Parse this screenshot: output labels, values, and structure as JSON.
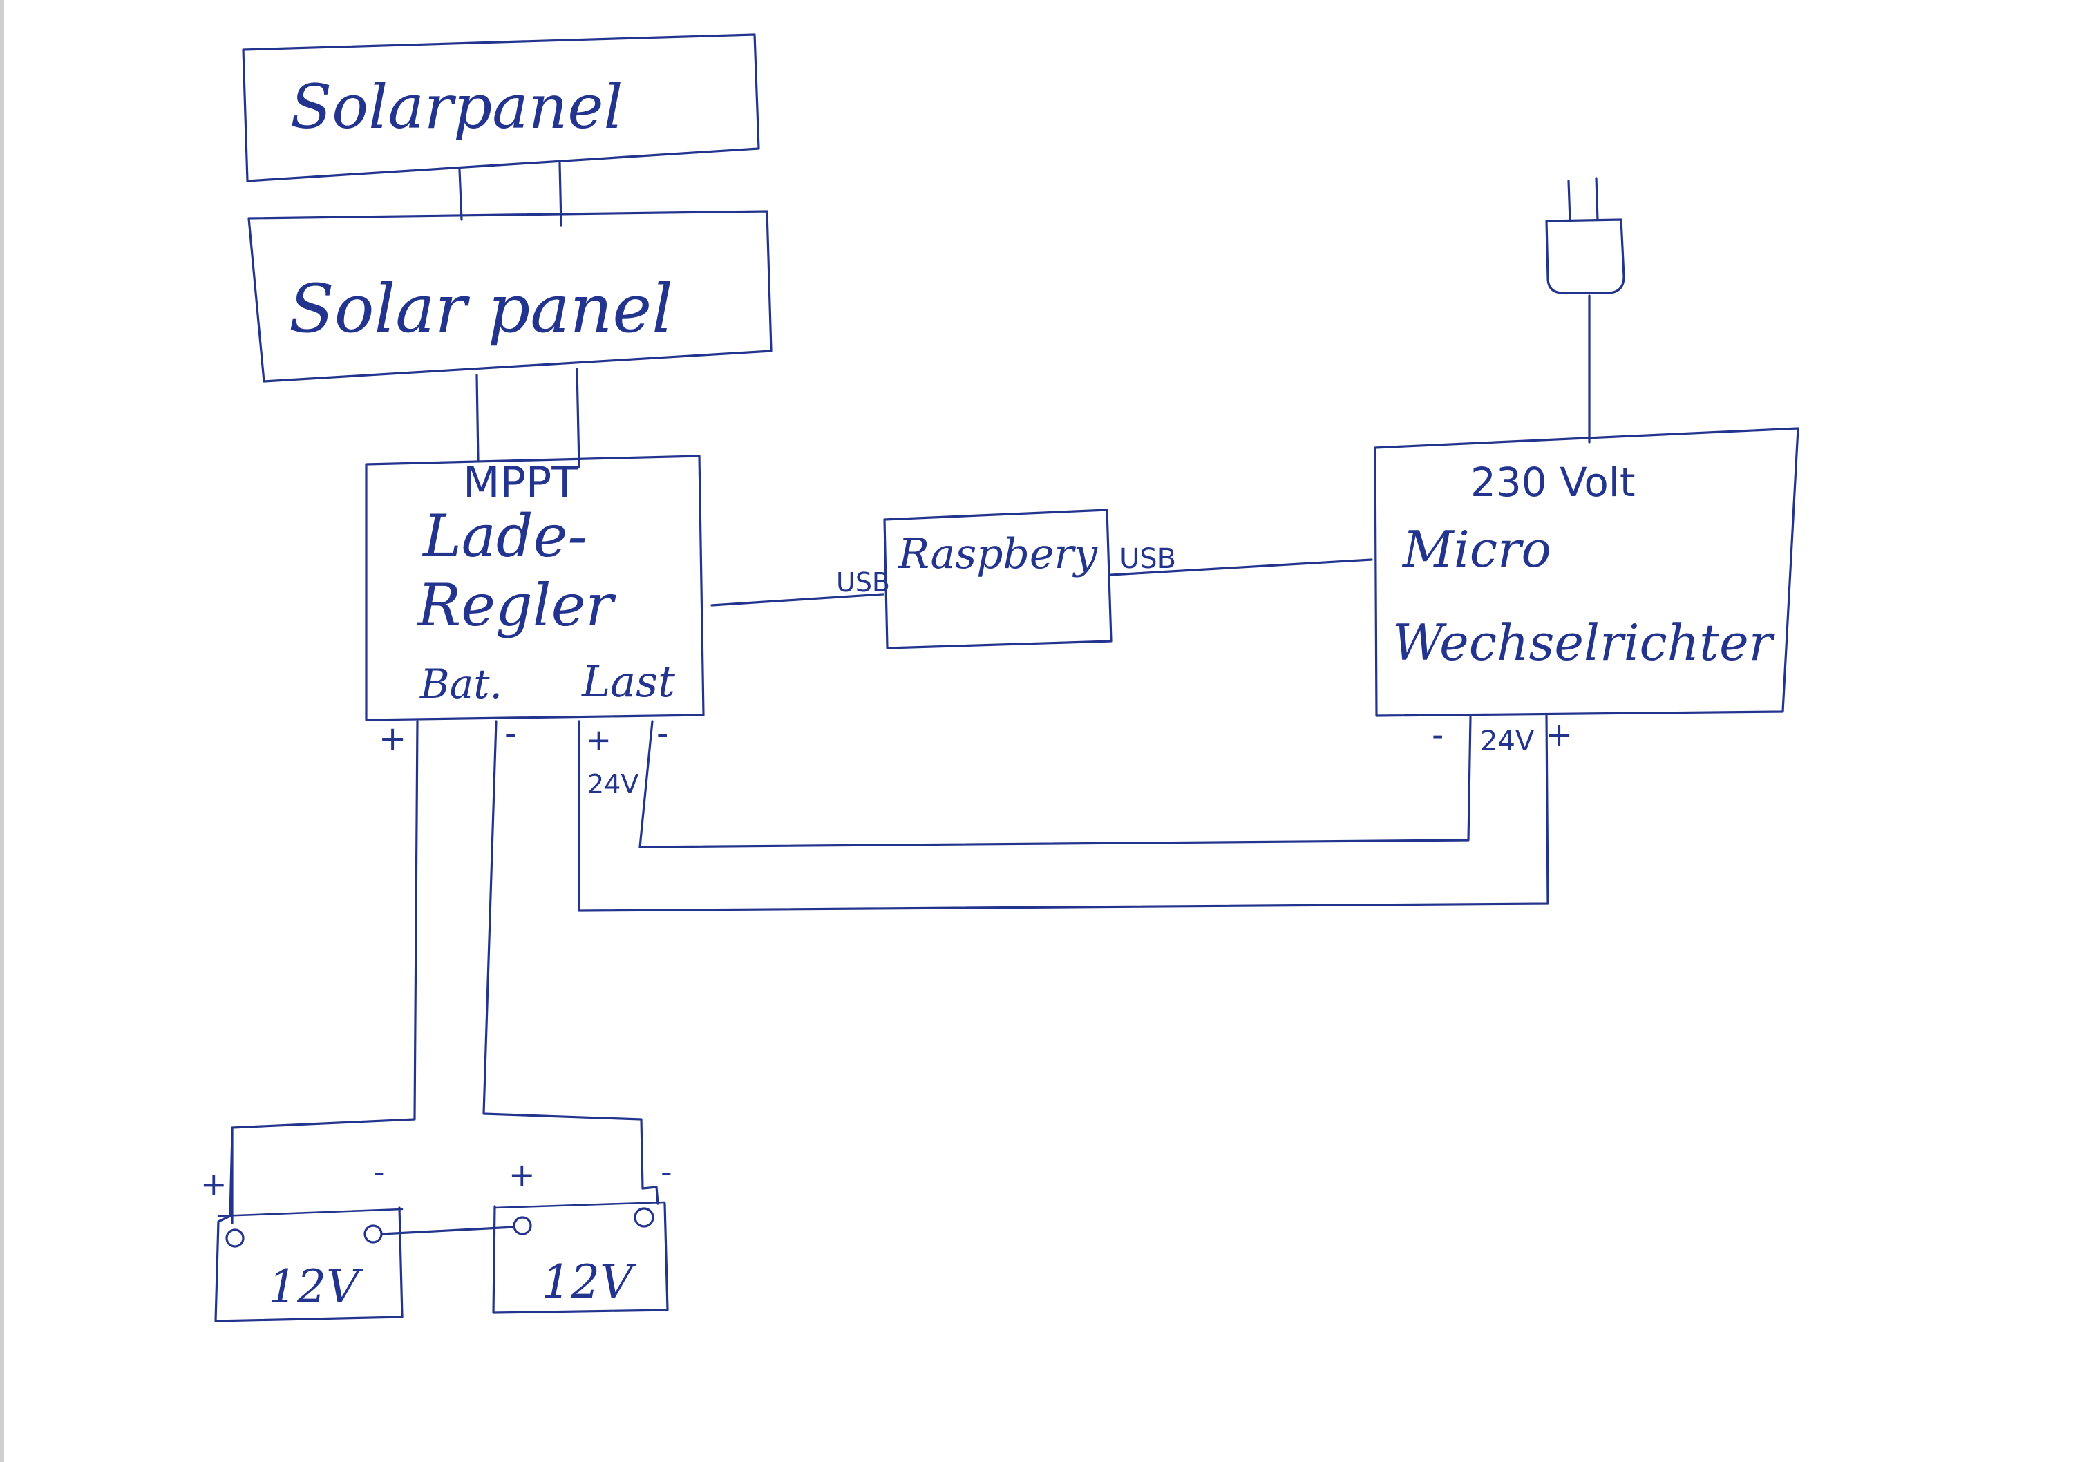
{
  "diagram": {
    "solar_panel_1": "Solarpanel",
    "solar_panel_2": "Solar panel",
    "controller": {
      "line1": "MPPT",
      "line2": "Lade-",
      "line3": "Regler",
      "bat_label": "Bat.",
      "last_label": "Last"
    },
    "raspberry": "Raspbery",
    "usb_left": "USB",
    "usb_right": "USB",
    "inverter": {
      "voltage": "230 Volt",
      "line1": "Micro",
      "line2": "Wechselrichter",
      "dc_voltage": "24V",
      "minus": "-",
      "plus": "+"
    },
    "controller_terminals": {
      "bat_plus": "+",
      "bat_minus": "-",
      "last_plus": "+",
      "last_minus": "-",
      "last_voltage": "24V"
    },
    "battery_1": {
      "voltage": "12V",
      "plus": "+",
      "minus": "-"
    },
    "battery_2": {
      "voltage": "12V",
      "plus": "+",
      "minus": "-"
    }
  },
  "ink_color": "#23348f"
}
